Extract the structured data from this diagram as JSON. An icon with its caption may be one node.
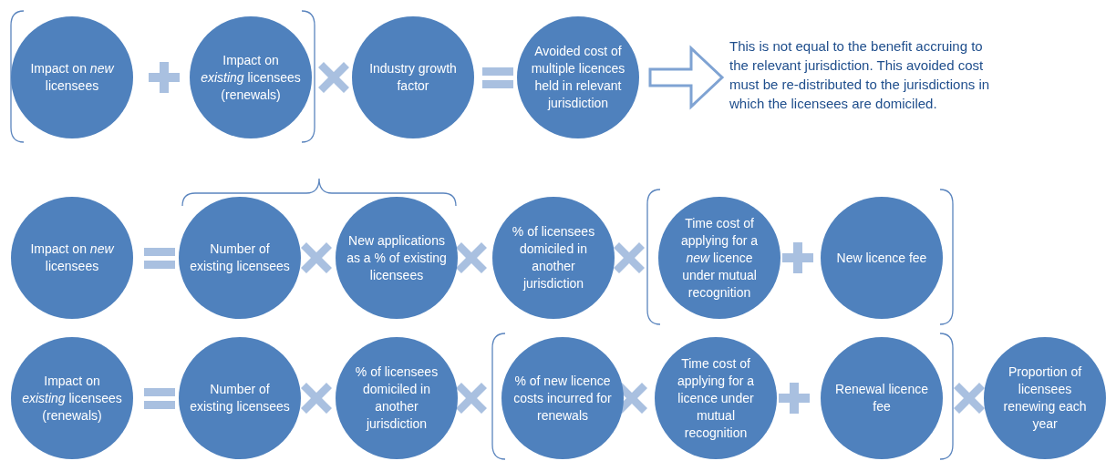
{
  "diagram": {
    "nodes": [
      {
        "text": [
          "Impact on *new* licensees"
        ]
      },
      {
        "text": [
          "Impact on *existing* licensees (renewals)"
        ]
      },
      {
        "text": [
          "Industry growth factor"
        ]
      },
      {
        "text": [
          "Avoided cost of multiple licences held in relevant jurisdiction"
        ]
      },
      {
        "text": [
          "This is not equal to the benefit accruing to the relevant jurisdiction. This avoided cost must be re-distributed to the jurisdictions in which the licensees are domiciled."
        ]
      },
      {
        "text": [
          "Impact on *new* licensees"
        ]
      },
      {
        "text": [
          "Number of existing licensees"
        ]
      },
      {
        "text": [
          "New applications as a % of existing licensees"
        ]
      },
      {
        "text": [
          "% of licensees domiciled in another jurisdiction"
        ]
      },
      {
        "text": [
          "Time cost of applying for a *new* licence under mutual recognition"
        ]
      },
      {
        "text": [
          "New licence fee"
        ]
      },
      {
        "text": [
          "Impact on *existing* licensees (renewals)"
        ]
      },
      {
        "text": [
          "Number of existing licensees"
        ]
      },
      {
        "text": [
          "% of licensees domiciled in another jurisdiction"
        ]
      },
      {
        "text": [
          "% of new licence costs incurred for renewals"
        ]
      },
      {
        "text": [
          "Time cost of applying for a licence under mutual recognition"
        ]
      },
      {
        "text": [
          "Renewal licence fee"
        ]
      },
      {
        "text": [
          "Proportion of licensees renewing each year"
        ]
      }
    ],
    "edges": [
      {
        "from": 3,
        "to": 4,
        "arrow": "to"
      }
    ]
  }
}
